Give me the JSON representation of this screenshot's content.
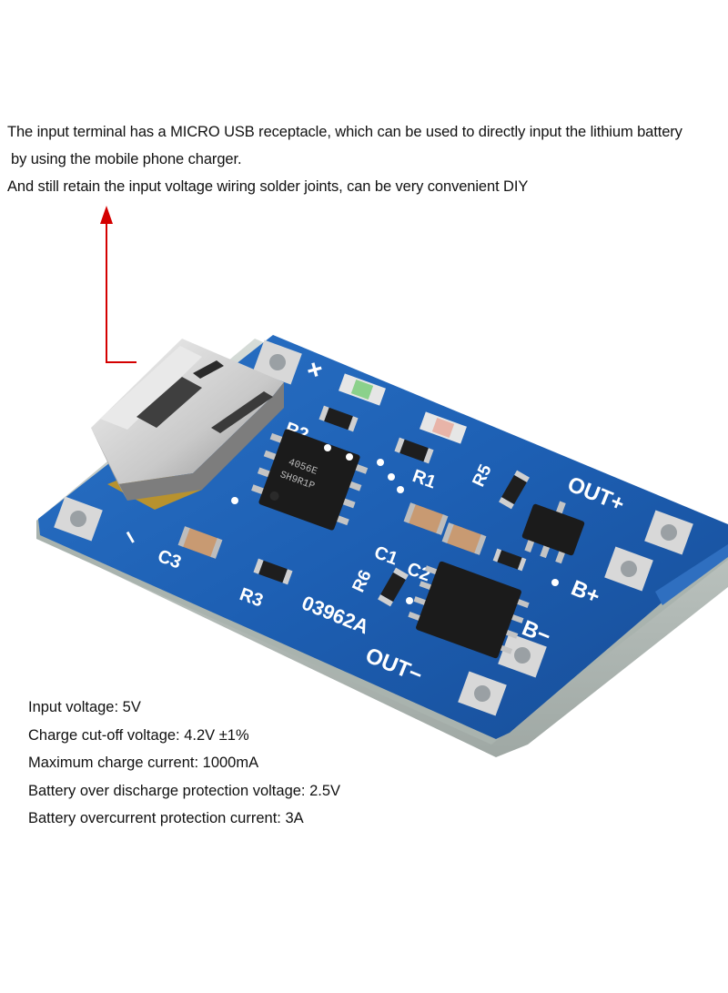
{
  "intro": {
    "line1": "The input terminal has a MICRO USB receptacle, which can be used to directly input the lithium battery",
    "line2": "by using the mobile phone charger.",
    "line3": "And still retain the input voltage wiring solder joints, can be very convenient DIY"
  },
  "board": {
    "labels": {
      "plus": "+",
      "minus": "−",
      "r2": "R2",
      "r1": "R1",
      "r5": "R5",
      "c3": "C3",
      "r3": "R3",
      "c1": "C1",
      "c2": "C2",
      "r6": "R6",
      "code": "03962A",
      "out_plus": "OUT+",
      "b_plus": "B+",
      "b_minus": "B−",
      "out_minus": "OUT−"
    },
    "chip_marking_line1": "4056E",
    "chip_marking_line2": "SH9R1P",
    "colors": {
      "pcb": "#1f5fb0",
      "pcb_edge": "#c9d2cf",
      "arrow": "#d40000",
      "pad": "#d8d8d8"
    }
  },
  "specs": {
    "input_voltage": "Input voltage: 5V",
    "cutoff_voltage": "Charge cut-off voltage: 4.2V ±1%",
    "max_current": "Maximum charge current: 1000mA",
    "overdischarge": "Battery over discharge protection voltage: 2.5V",
    "overcurrent": "Battery overcurrent protection current: 3A"
  }
}
